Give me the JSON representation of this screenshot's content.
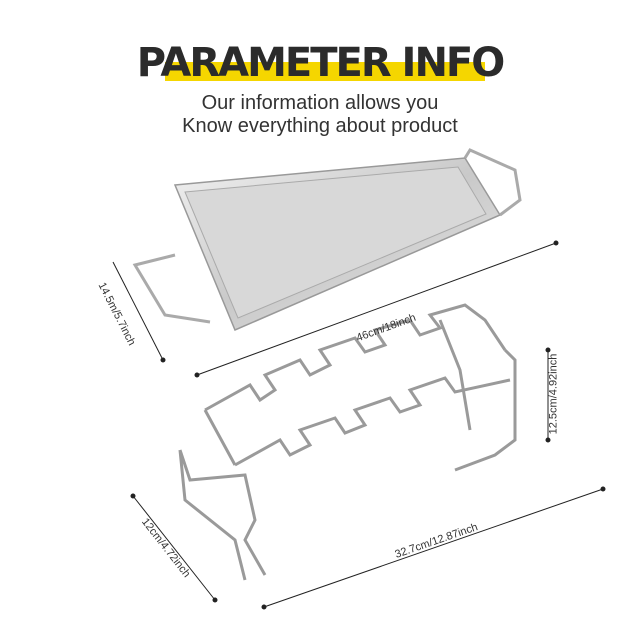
{
  "header": {
    "title": "PARAMETER INFO",
    "subtitle_line1": "Our information allows you",
    "subtitle_line2": "Know everything about product",
    "highlight_color": "#f5d600"
  },
  "dimensions": {
    "tray_width": "14.5m/5.7inch",
    "tray_length": "46cm/18inch",
    "rack_height": "12.5cm/4.92inch",
    "rack_width": "12cm/4.72inch",
    "rack_length": "32.7cm/12.87inch"
  }
}
